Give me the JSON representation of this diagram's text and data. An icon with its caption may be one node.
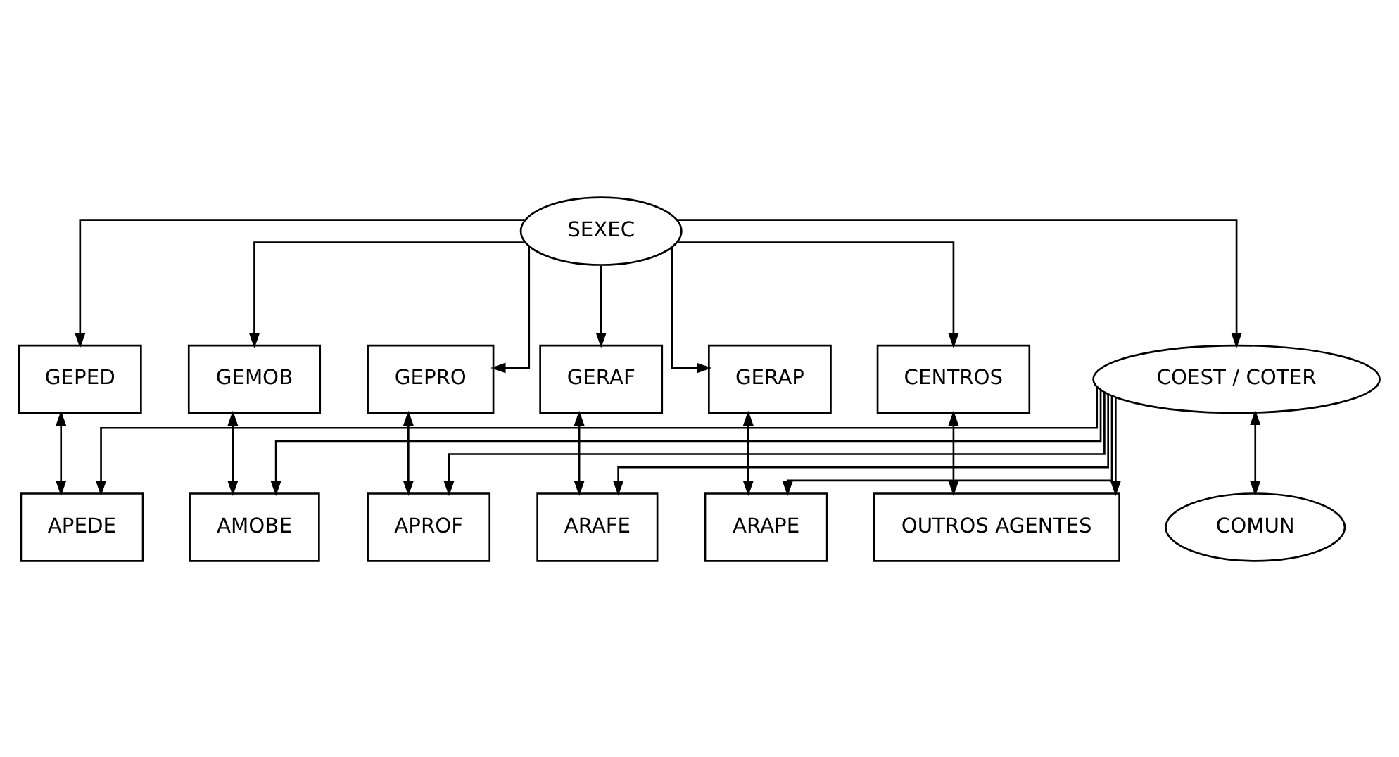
{
  "diagram": {
    "nodes": [
      {
        "text": [
          "SEXEC"
        ]
      },
      {
        "text": [
          "GEPED"
        ]
      },
      {
        "text": [
          "GEMOB"
        ]
      },
      {
        "text": [
          "GEPRO"
        ]
      },
      {
        "text": [
          "GERAF"
        ]
      },
      {
        "text": [
          "GERAP"
        ]
      },
      {
        "text": [
          "CENTROS"
        ]
      },
      {
        "text": [
          "APEDE"
        ]
      },
      {
        "text": [
          "AMOBE"
        ]
      },
      {
        "text": [
          "APROF"
        ]
      },
      {
        "text": [
          "ARAFE"
        ]
      },
      {
        "text": [
          "ARAPE"
        ]
      },
      {
        "text": [
          "OUTROS AGENTES"
        ]
      },
      {
        "text": [
          "COEST / COTER"
        ]
      },
      {
        "text": [
          "COMUN"
        ]
      }
    ],
    "edges": [
      {
        "from": 0,
        "to": 1,
        "arrow": "to"
      },
      {
        "from": 0,
        "to": 2,
        "arrow": "to"
      },
      {
        "from": 0,
        "to": 3,
        "arrow": "to"
      },
      {
        "from": 0,
        "to": 4,
        "arrow": "to"
      },
      {
        "from": 0,
        "to": 5,
        "arrow": "to"
      },
      {
        "from": 0,
        "to": 6,
        "arrow": "to"
      },
      {
        "from": 0,
        "to": 13,
        "arrow": "to"
      },
      {
        "from": 1,
        "to": 7,
        "arrow": "both"
      },
      {
        "from": 2,
        "to": 8,
        "arrow": "both"
      },
      {
        "from": 3,
        "to": 9,
        "arrow": "both"
      },
      {
        "from": 4,
        "to": 10,
        "arrow": "both"
      },
      {
        "from": 5,
        "to": 11,
        "arrow": "both"
      },
      {
        "from": 6,
        "to": 12,
        "arrow": "both"
      },
      {
        "from": 13,
        "to": 7,
        "arrow": "to"
      },
      {
        "from": 13,
        "to": 8,
        "arrow": "to"
      },
      {
        "from": 13,
        "to": 9,
        "arrow": "to"
      },
      {
        "from": 13,
        "to": 10,
        "arrow": "to"
      },
      {
        "from": 13,
        "to": 11,
        "arrow": "to"
      },
      {
        "from": 13,
        "to": 12,
        "arrow": "to"
      },
      {
        "from": 13,
        "to": 14,
        "arrow": "both"
      }
    ]
  }
}
